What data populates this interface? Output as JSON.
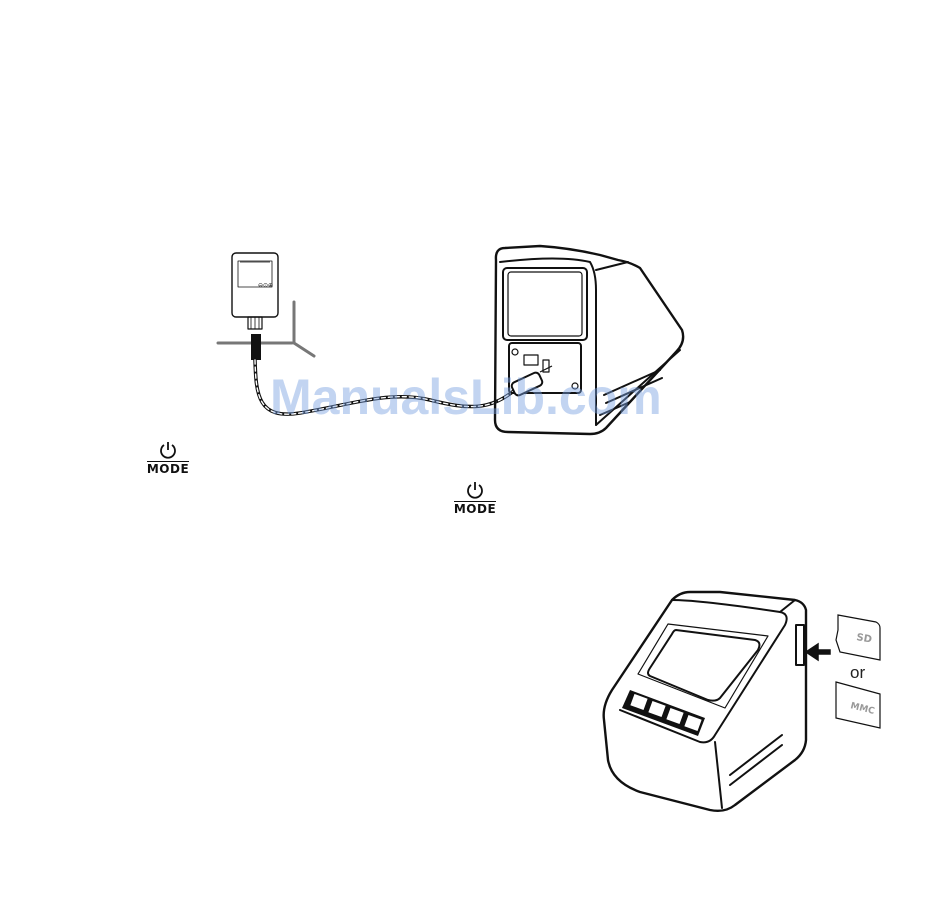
{
  "watermark": "ManualsLib.com",
  "mode_button_1": {
    "label": "MODE",
    "icon": "power-icon"
  },
  "mode_button_2": {
    "label": "MODE",
    "icon": "power-icon"
  },
  "card_options": {
    "separator": "or",
    "card_1": "SD",
    "card_2": "MMC"
  },
  "colors": {
    "watermark": "#78a0e1",
    "line": "#111111"
  }
}
